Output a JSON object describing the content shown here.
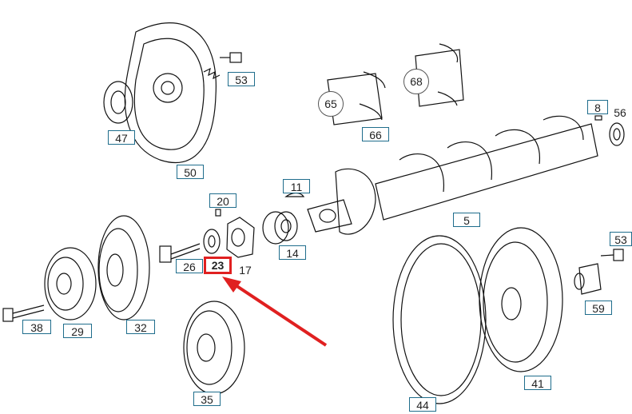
{
  "highlight_color": "#e02020",
  "label_border_color": "#1f6d8c",
  "highlighted_part": "23",
  "parts": {
    "p47": "47",
    "p50": "50",
    "p53a": "53",
    "p65": "65",
    "p66": "66",
    "p68": "68",
    "p8": "8",
    "p56": "56",
    "p11": "11",
    "p20": "20",
    "p5": "5",
    "p14": "14",
    "p17": "17",
    "p26": "26",
    "p23": "23",
    "p38": "38",
    "p29": "29",
    "p32": "32",
    "p35": "35",
    "p44": "44",
    "p41": "41",
    "p59": "59",
    "p53b": "53"
  }
}
